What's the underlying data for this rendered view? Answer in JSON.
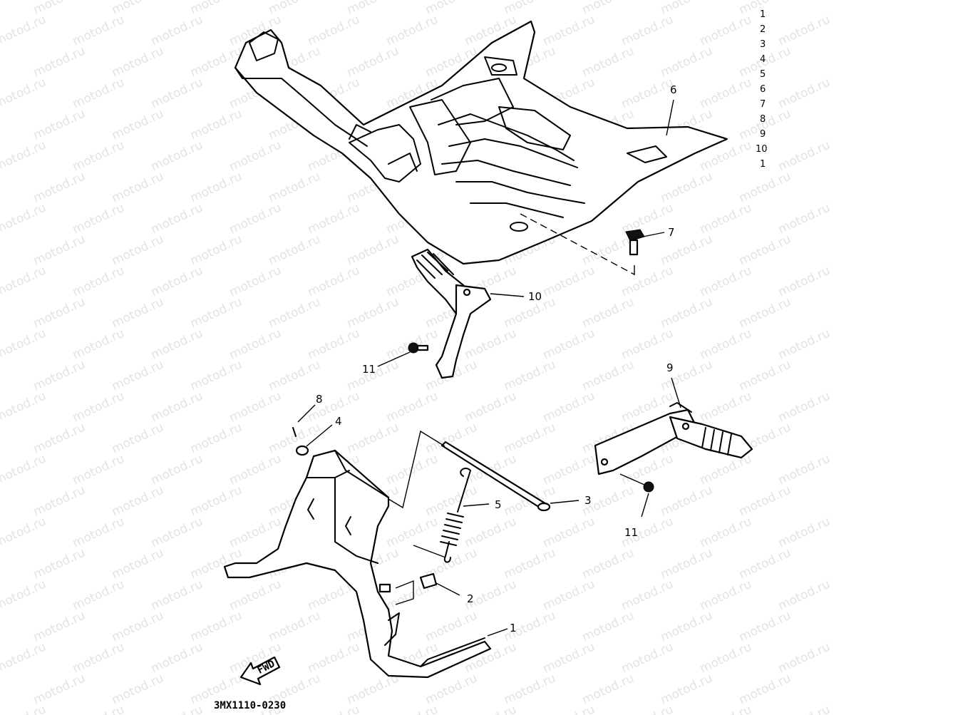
{
  "watermark": "motod.ru",
  "diagram_code": "3MX1110-0230",
  "fwd_label": "FWD",
  "parts_index": [
    "1",
    "2",
    "3",
    "4",
    "5",
    "6",
    "7",
    "8",
    "9",
    "10",
    "1"
  ],
  "callouts": {
    "c1": "1",
    "c2": "2",
    "c3": "3",
    "c4": "4",
    "c5": "5",
    "c6": "6",
    "c7": "7",
    "c8": "8",
    "c9": "9",
    "c10": "10",
    "c11a": "11",
    "c11b": "11"
  }
}
